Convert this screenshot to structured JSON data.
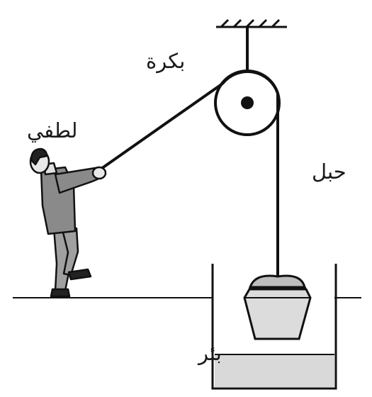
{
  "labels": {
    "pulley": "بكرة",
    "person": "لطفي",
    "rope": "حبل",
    "well": "بئر"
  },
  "colors": {
    "line": "#111111",
    "water": "#d9d9d9",
    "bucket": "#dcdcdc",
    "shirt": "#8a8a8a",
    "trousers": "#a0a0a0"
  }
}
